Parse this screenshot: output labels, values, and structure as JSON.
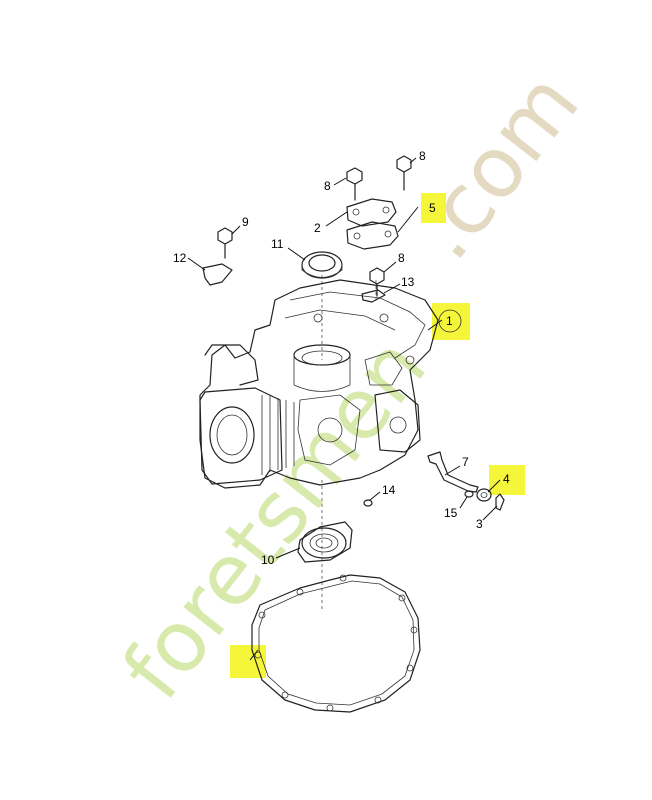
{
  "watermark": {
    "brand": "foretsmen",
    "suffix": ".com",
    "colors": {
      "green": "#c8e08a",
      "orange": "#e9a060",
      "tan": "#d9c9a8"
    }
  },
  "highlight_color": "#f5f53a",
  "callouts": {
    "c1": "1",
    "c2": "2",
    "c3": "3",
    "c4": "4",
    "c5": "5",
    "c7": "7",
    "c8a": "8",
    "c8b": "8",
    "c8c": "8",
    "c9": "9",
    "c10": "10",
    "c11": "11",
    "c12": "12",
    "c13": "13",
    "c14": "14",
    "c15": "15"
  }
}
